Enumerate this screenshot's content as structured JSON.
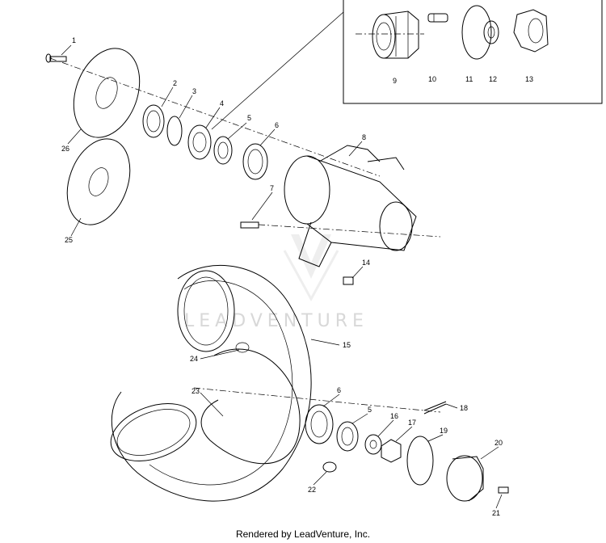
{
  "watermark": {
    "text": "LEADVENTURE"
  },
  "footer": {
    "text": "Rendered by LeadVenture, Inc."
  },
  "callouts": [
    "1",
    "2",
    "3",
    "4",
    "5",
    "6",
    "7",
    "8",
    "9",
    "10",
    "11",
    "12",
    "13",
    "14",
    "15",
    "16",
    "17",
    "18",
    "19",
    "20",
    "21",
    "22",
    "23",
    "24",
    "25",
    "26",
    "6",
    "5"
  ]
}
